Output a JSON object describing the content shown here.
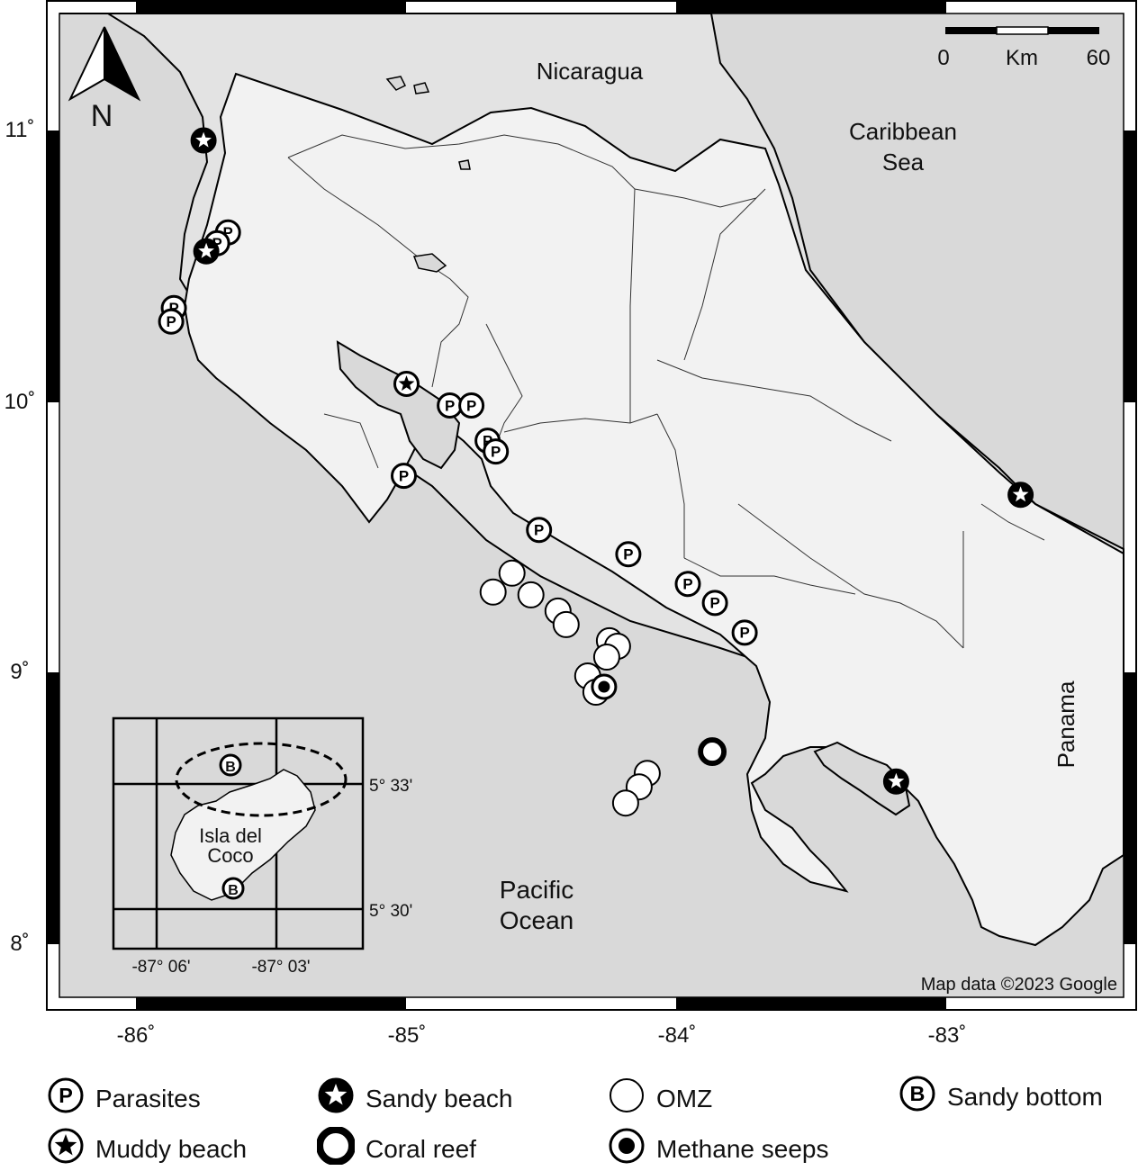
{
  "map": {
    "north_label": "N",
    "countries": [
      "Nicaragua",
      "Panama"
    ],
    "seas": {
      "caribbean_line1": "Caribbean",
      "caribbean_line2": "Sea",
      "pacific_line1": "Pacific",
      "pacific_line2": "Ocean"
    },
    "scale_bar": {
      "start": "0",
      "unit": "Km",
      "end": "60"
    },
    "attribution": "Map data ©2023 Google",
    "lat_ticks": [
      "11˚",
      "10˚",
      "9˚",
      "8˚"
    ],
    "lon_ticks": [
      "-86˚",
      "-85˚",
      "-84˚",
      "-83˚"
    ],
    "colors": {
      "land": "#f2f2f2",
      "sea": "#d9d9d9",
      "outside": "#e3e3e3",
      "ink": "#000000"
    }
  },
  "inset": {
    "island_line1": "Isla del",
    "island_line2": "Coco",
    "lat_labels": [
      "5° 33'",
      "5° 30'"
    ],
    "lon_labels": [
      "-87° 06'",
      "-87° 03'"
    ],
    "marker_letter": "B"
  },
  "sites": [
    {
      "type": "sandy-beach",
      "lon": -85.75,
      "lat": 10.97
    },
    {
      "type": "parasites",
      "lon": -85.66,
      "lat": 10.63
    },
    {
      "type": "parasites",
      "lon": -85.7,
      "lat": 10.59
    },
    {
      "type": "sandy-beach",
      "lon": -85.74,
      "lat": 10.56
    },
    {
      "type": "parasites",
      "lon": -85.86,
      "lat": 10.35
    },
    {
      "type": "parasites",
      "lon": -85.87,
      "lat": 10.3
    },
    {
      "type": "muddy-beach",
      "lon": -85.0,
      "lat": 10.07
    },
    {
      "type": "parasites",
      "lon": -84.84,
      "lat": 9.99
    },
    {
      "type": "parasites",
      "lon": -84.76,
      "lat": 9.99
    },
    {
      "type": "parasites",
      "lon": -84.7,
      "lat": 9.86
    },
    {
      "type": "parasites",
      "lon": -84.67,
      "lat": 9.82
    },
    {
      "type": "parasites",
      "lon": -85.01,
      "lat": 9.73
    },
    {
      "type": "parasites",
      "lon": -84.51,
      "lat": 9.53
    },
    {
      "type": "parasites",
      "lon": -84.18,
      "lat": 9.44
    },
    {
      "type": "parasites",
      "lon": -83.96,
      "lat": 9.33
    },
    {
      "type": "parasites",
      "lon": -83.86,
      "lat": 9.26
    },
    {
      "type": "parasites",
      "lon": -83.75,
      "lat": 9.15
    },
    {
      "type": "omz",
      "lon": -84.61,
      "lat": 9.37
    },
    {
      "type": "omz",
      "lon": -84.68,
      "lat": 9.3
    },
    {
      "type": "omz",
      "lon": -84.54,
      "lat": 9.29
    },
    {
      "type": "omz",
      "lon": -84.44,
      "lat": 9.23
    },
    {
      "type": "omz",
      "lon": -84.41,
      "lat": 9.18
    },
    {
      "type": "omz",
      "lon": -84.25,
      "lat": 9.12
    },
    {
      "type": "omz",
      "lon": -84.22,
      "lat": 9.1
    },
    {
      "type": "omz",
      "lon": -84.26,
      "lat": 9.06
    },
    {
      "type": "omz",
      "lon": -84.33,
      "lat": 8.99
    },
    {
      "type": "omz",
      "lon": -84.3,
      "lat": 8.93
    },
    {
      "type": "methane-seeps",
      "lon": -84.27,
      "lat": 8.95
    },
    {
      "type": "coral-reef",
      "lon": -83.87,
      "lat": 8.71
    },
    {
      "type": "omz",
      "lon": -84.11,
      "lat": 8.63
    },
    {
      "type": "omz",
      "lon": -84.14,
      "lat": 8.58
    },
    {
      "type": "omz",
      "lon": -84.19,
      "lat": 8.52
    },
    {
      "type": "sandy-beach",
      "lon": -83.19,
      "lat": 8.6
    },
    {
      "type": "sandy-beach",
      "lon": -82.73,
      "lat": 9.66
    }
  ],
  "legend": [
    {
      "type": "parasites",
      "label": "Parasites"
    },
    {
      "type": "sandy-beach",
      "label": "Sandy beach"
    },
    {
      "type": "omz",
      "label": "OMZ"
    },
    {
      "type": "sandy-bottom",
      "label": "Sandy bottom"
    },
    {
      "type": "muddy-beach",
      "label": "Muddy beach"
    },
    {
      "type": "coral-reef",
      "label": "Coral reef"
    },
    {
      "type": "methane-seeps",
      "label": "Methane seeps"
    }
  ]
}
